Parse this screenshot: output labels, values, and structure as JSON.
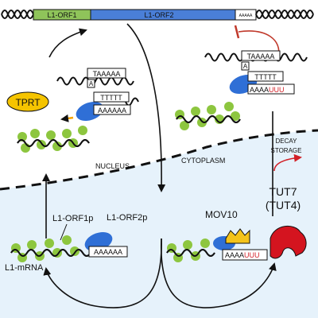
{
  "genome": {
    "orf1_label": "L1-ORF1",
    "orf2_label": "L1-ORF2",
    "polyA_label": "AAAAA"
  },
  "compartments": {
    "nucleus_label": "NUCLEUS",
    "cytoplasm_label": "CYTOPLASM"
  },
  "nucleus_scene": {
    "tprt_label": "TPRT",
    "dna_top_seq": "TAAAAA",
    "dna_a": "A",
    "dna_t_seq": "TTTTT",
    "rna_tail": "AAAAAA"
  },
  "right_top_scene": {
    "dna_top_seq": "TAAAAA",
    "dna_a": "A",
    "dna_t_seq": "TTTTT",
    "rna_tail_a": "AAAA",
    "rna_tail_u": "UUU"
  },
  "left_bottom_scene": {
    "orf1p_label": "L1-ORF1p",
    "orf2p_label": "L1-ORF2p",
    "mrna_label": "L1-mRNA",
    "rna_tail": "AAAAAA"
  },
  "right_bottom_scene": {
    "mov10_label": "MOV10",
    "tut7_label": "TUT7",
    "tut4_label": "(TUT4)",
    "rna_tail_a": "AAAA",
    "rna_tail_u": "UUU"
  },
  "fate": {
    "decay_label": "DECAY",
    "storage_label": "STORAGE"
  },
  "colors": {
    "orf1": "#8fc45a",
    "orf2": "#4a7fd8",
    "orf1p_green": "#8dc63f",
    "orf2p_blue": "#2f6fd6",
    "tprt_fill": "#f5c400",
    "cytoplasm_fill": "#e6f2fb",
    "inhibit_red": "#c0392b",
    "decay_red": "#d21f26",
    "mov10_yellow": "#f4c31a",
    "tut7_red": "#d4141f",
    "uuu_red": "#d21f26"
  }
}
